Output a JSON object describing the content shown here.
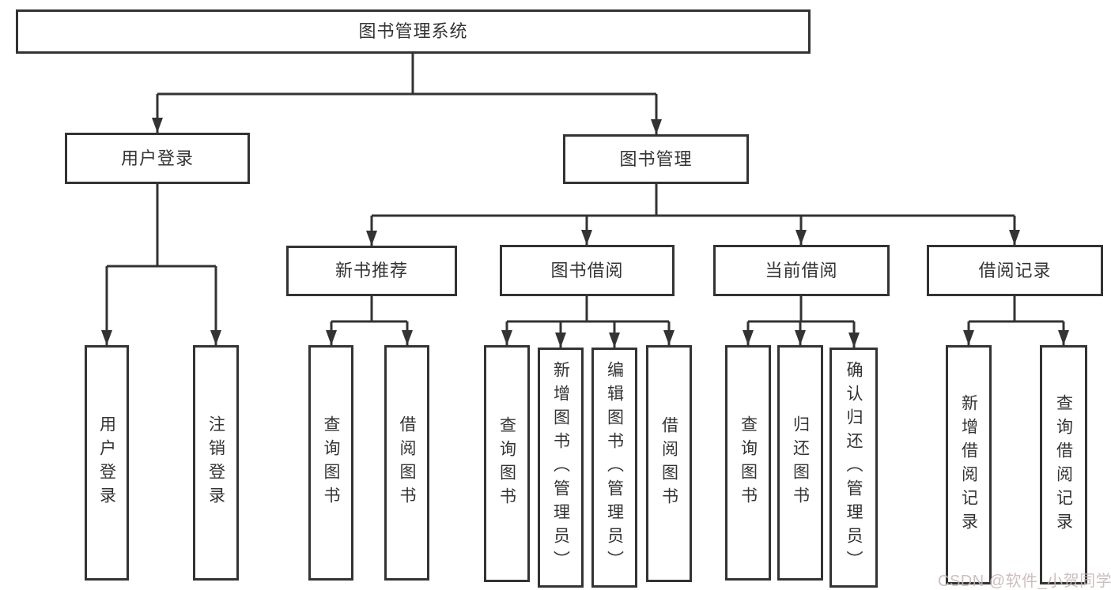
{
  "tree": {
    "root": {
      "label": "图书管理系统",
      "children": [
        {
          "label": "用户登录",
          "children": [
            {
              "label": "用户登录"
            },
            {
              "label": "注销登录"
            }
          ]
        },
        {
          "label": "图书管理",
          "children": [
            {
              "label": "新书推荐",
              "children": [
                {
                  "label": "查询图书"
                },
                {
                  "label": "借阅图书"
                }
              ]
            },
            {
              "label": "图书借阅",
              "children": [
                {
                  "label": "查询图书"
                },
                {
                  "label": "新增图书（管理员）"
                },
                {
                  "label": "编辑图书（管理员）"
                },
                {
                  "label": "借阅图书"
                }
              ]
            },
            {
              "label": "当前借阅",
              "children": [
                {
                  "label": "查询图书"
                },
                {
                  "label": "归还图书"
                },
                {
                  "label": "确认归还（管理员）"
                }
              ]
            },
            {
              "label": "借阅记录",
              "children": [
                {
                  "label": "新增借阅记录"
                },
                {
                  "label": "查询借阅记录"
                }
              ]
            }
          ]
        }
      ]
    }
  },
  "watermark": {
    "text": "CSDN @软件_小贺同学"
  },
  "colors": {
    "line": "#333333",
    "text": "#333333",
    "box_background": "#ffffff",
    "page_background": "#ffffff",
    "watermark": "#c9b7b7"
  }
}
